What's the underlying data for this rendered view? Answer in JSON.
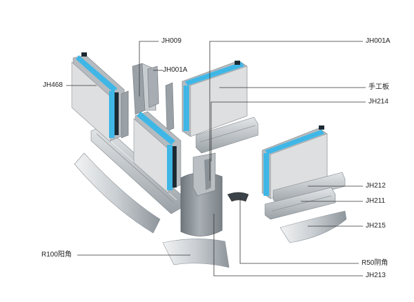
{
  "diagram": {
    "colors": {
      "panel_face": "#dcdcdc",
      "panel_side": "#b9bec2",
      "glass": "#3fb7e6",
      "profile_dark": "#8f969c",
      "profile_light": "#d8dcdf",
      "leader": "#333333"
    },
    "labels": {
      "jh009": "JH009",
      "jh001a_left": "JH001A",
      "jh001a_right": "JH001A",
      "jh468": "JH468",
      "hand_panel": "手工板",
      "jh214": "JH214",
      "jh212": "JH212",
      "jh211": "JH211",
      "jh215": "JH215",
      "r100": "R100阳角",
      "r50": "R50阴角",
      "jh213": "JH213"
    }
  }
}
